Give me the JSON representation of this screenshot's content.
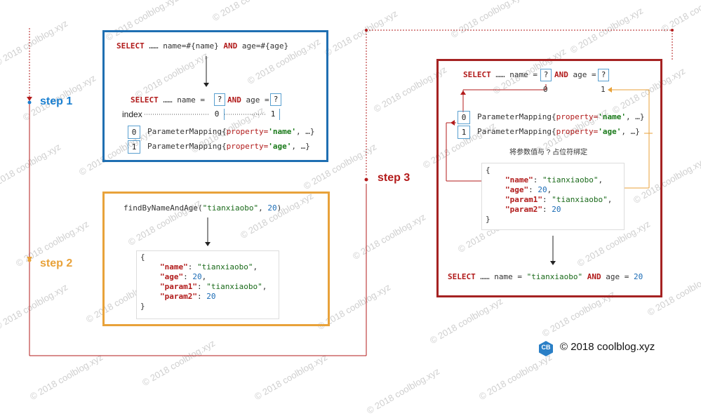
{
  "colors": {
    "blue": "#1f6fb2",
    "orange": "#e8a23a",
    "red": "#a52222",
    "step_blue": "#1a7fd0",
    "step_orange": "#e8a23a",
    "step_red": "#b31b1b"
  },
  "watermark": "© 2018 coolblog.xyz",
  "footer": {
    "logo": "CB",
    "text": "© 2018 coolblog.xyz"
  },
  "steps": {
    "step1": "step 1",
    "step2": "step 2",
    "step3": "step 3"
  },
  "box1": {
    "sql_kw1": "SELECT",
    "sql_mid": "…… name=#{name}",
    "sql_kw2": "AND",
    "sql_end": "age=#{age}",
    "sql2_kw1": "SELECT",
    "sql2_mid": "…… name =",
    "q1": "?",
    "sql2_kw2": "AND",
    "sql2_age": "age =",
    "q2": "?",
    "index_label": "index",
    "index0": "0",
    "index1": "1",
    "rows": [
      {
        "idx": "0",
        "pre": "ParameterMapping{",
        "prop": "property=",
        "val": "'name'",
        "post": ", …}"
      },
      {
        "idx": "1",
        "pre": "ParameterMapping{",
        "prop": "property=",
        "val": "'age'",
        "post": ", …}"
      }
    ]
  },
  "box2": {
    "call_fn": "findByNameAndAge(",
    "call_str": "\"tianxiaobo\"",
    "call_sep": ", ",
    "call_num": "20",
    "call_end": ")",
    "open": "{",
    "close": "}",
    "lines": [
      {
        "key": "\"name\"",
        "sep": ": ",
        "val": "\"tianxiaobo\"",
        "type": "str",
        "end": ","
      },
      {
        "key": "\"age\"",
        "sep": ": ",
        "val": "20",
        "type": "num",
        "end": ","
      },
      {
        "key": "\"param1\"",
        "sep": ": ",
        "val": "\"tianxiaobo\"",
        "type": "str",
        "end": ","
      },
      {
        "key": "\"param2\"",
        "sep": ": ",
        "val": "20",
        "type": "num",
        "end": ""
      }
    ]
  },
  "box3": {
    "sql_kw1": "SELECT",
    "sql_mid": "…… name =",
    "q1": "?",
    "sql_kw2": "AND",
    "sql_age": "age =",
    "q2": "?",
    "i0": "0",
    "i1": "1",
    "rows": [
      {
        "idx": "0",
        "pre": "ParameterMapping{",
        "prop": "property=",
        "val": "'name'",
        "post": ", …}"
      },
      {
        "idx": "1",
        "pre": "ParameterMapping{",
        "prop": "property=",
        "val": "'age'",
        "post": ", …}"
      }
    ],
    "bind_note": "将参数值与 ? 占位符绑定",
    "open": "{",
    "close": "}",
    "lines": [
      {
        "key": "\"name\"",
        "sep": ": ",
        "val": "\"tianxiaobo\"",
        "type": "str",
        "end": ","
      },
      {
        "key": "\"age\"",
        "sep": ": ",
        "val": "20",
        "type": "num",
        "end": ","
      },
      {
        "key": "\"param1\"",
        "sep": ": ",
        "val": "\"tianxiaobo\"",
        "type": "str",
        "end": ","
      },
      {
        "key": "\"param2\"",
        "sep": ": ",
        "val": "20",
        "type": "num",
        "end": ""
      }
    ],
    "final_kw1": "SELECT",
    "final_mid": "…… name =",
    "final_str": "\"tianxiaobo\"",
    "final_kw2": "AND",
    "final_age": "age =",
    "final_num": "20"
  }
}
